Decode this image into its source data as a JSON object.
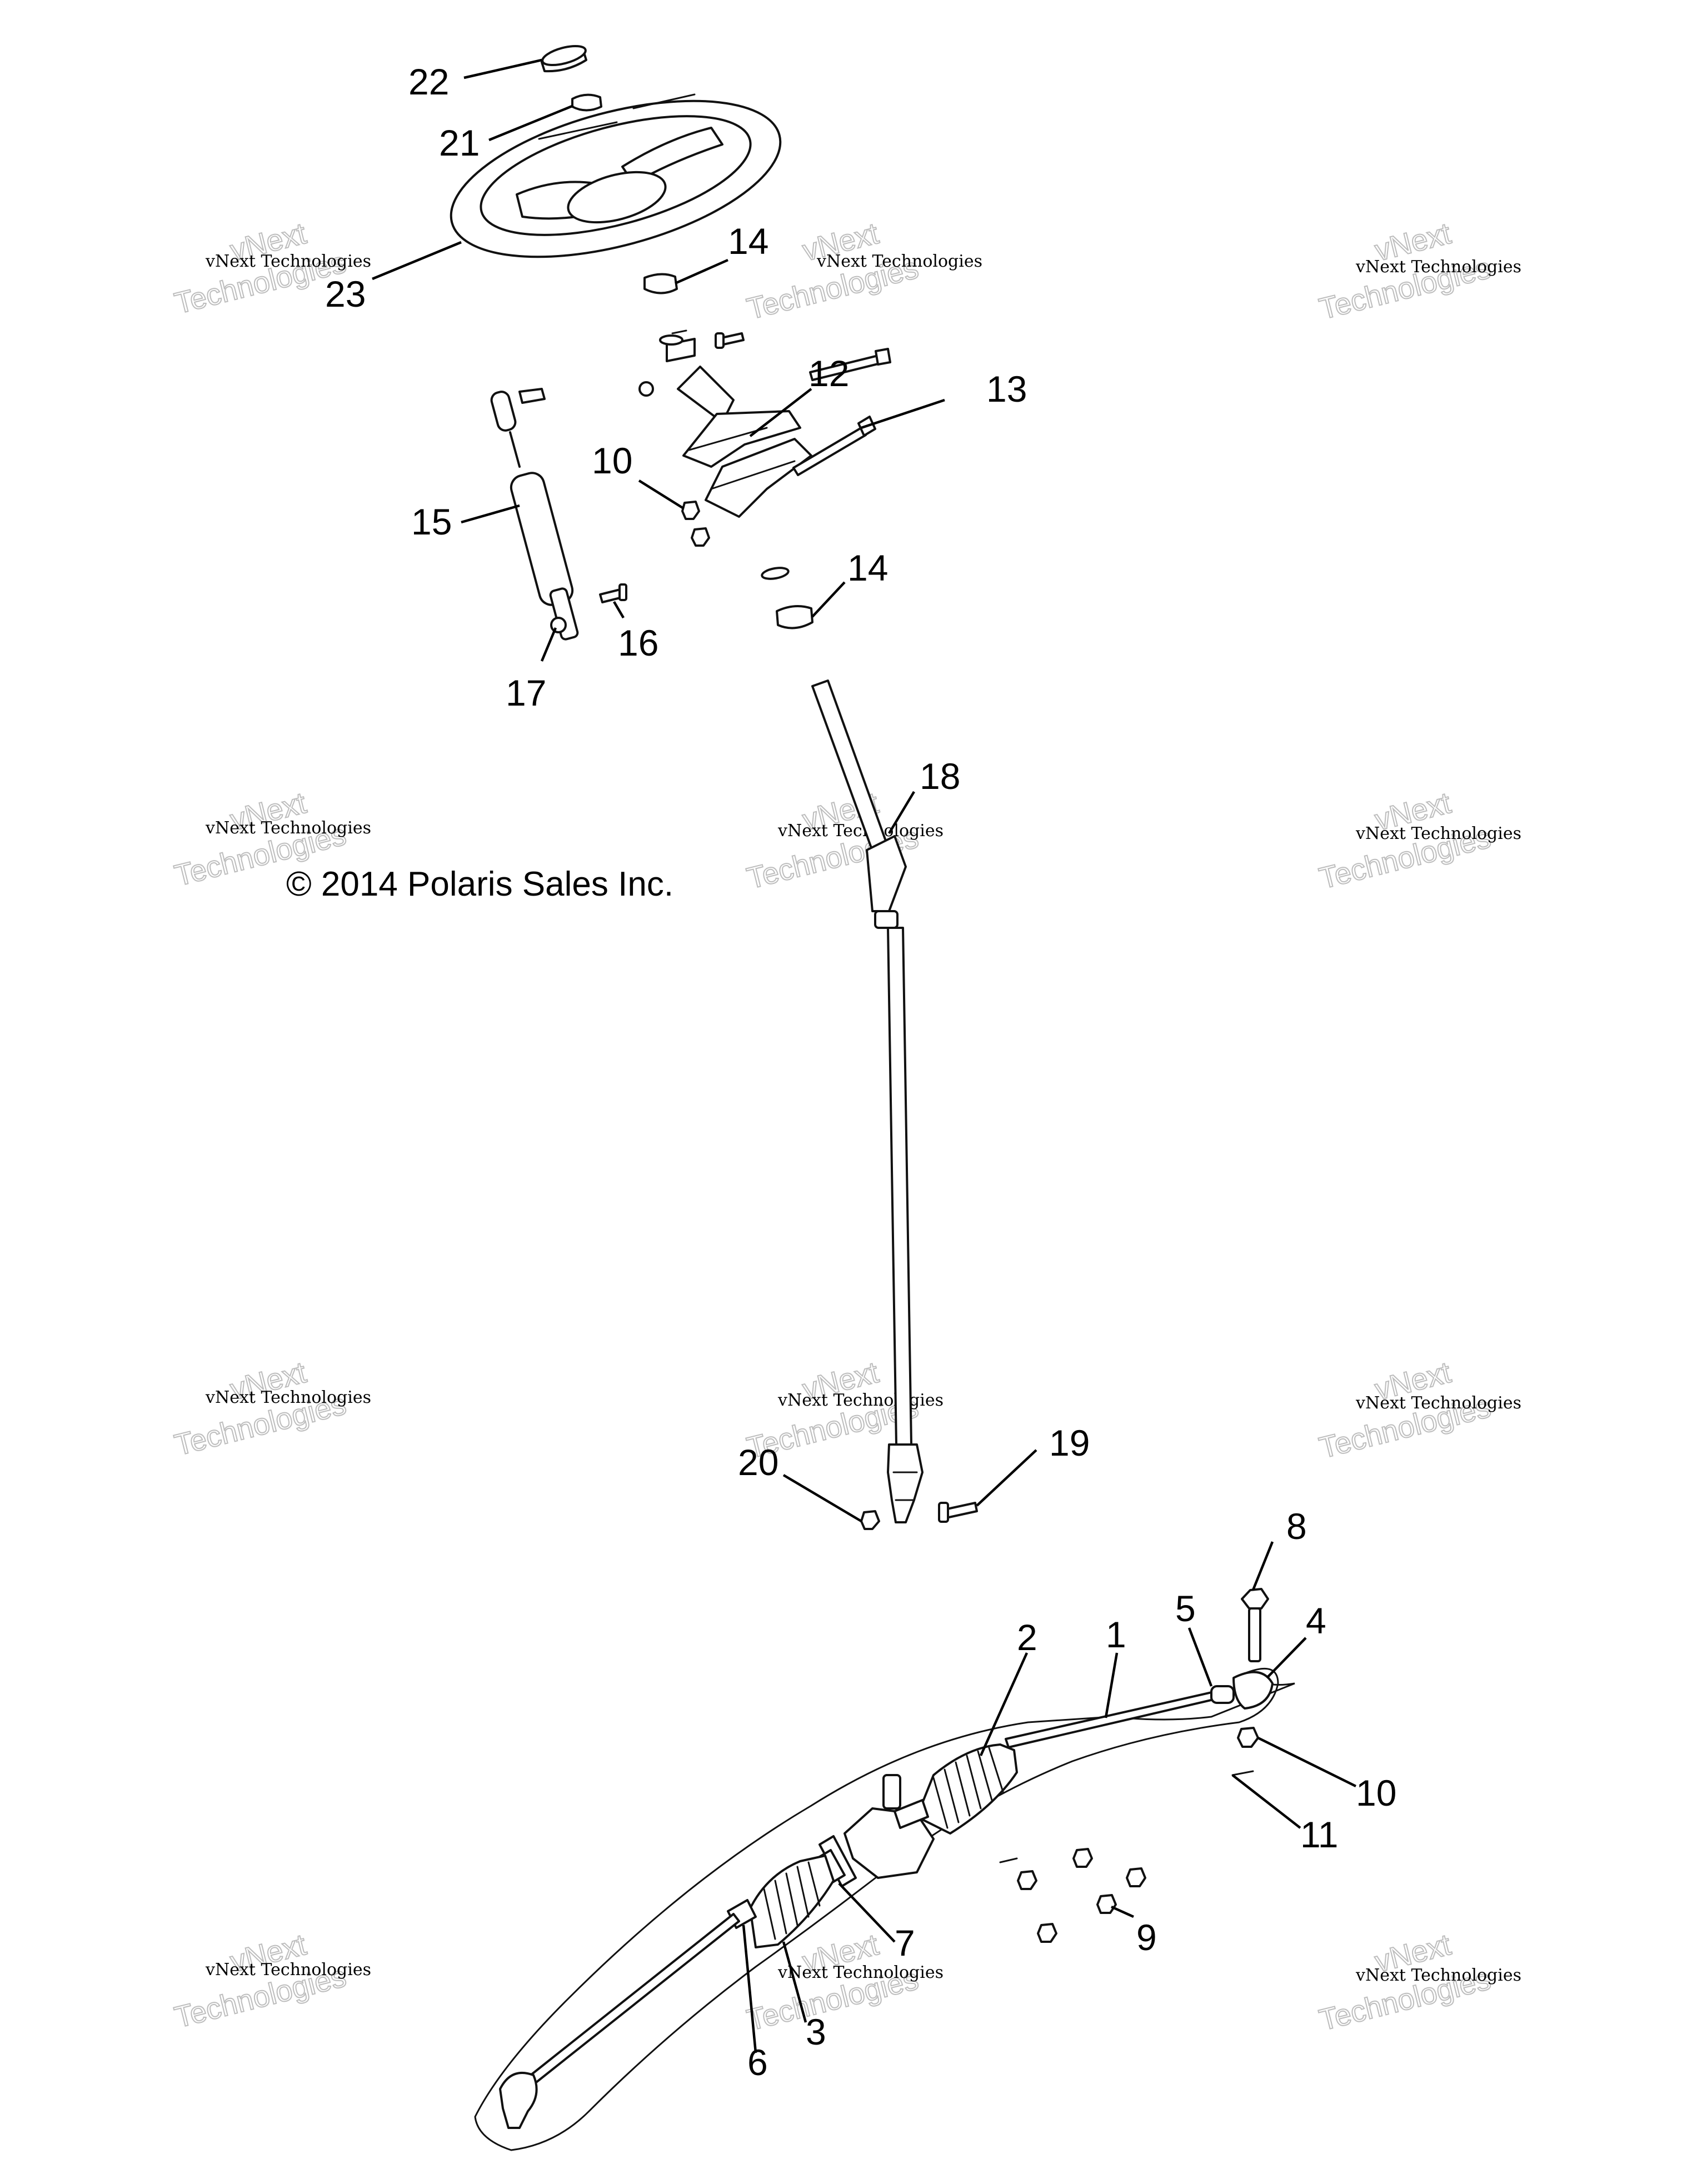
{
  "copyright": "© 2014 Polaris Sales Inc.",
  "watermark": {
    "line1": "vNext Technologies",
    "line2": "vNext",
    "line3": "Technologies"
  },
  "callouts": {
    "c1": "1",
    "c2": "2",
    "c3": "3",
    "c4": "4",
    "c5": "5",
    "c6": "6",
    "c7": "7",
    "c8": "8",
    "c9": "9",
    "c10a": "10",
    "c10b": "10",
    "c11": "11",
    "c12": "12",
    "c13": "13",
    "c14a": "14",
    "c14b": "14",
    "c15": "15",
    "c16": "16",
    "c17": "17",
    "c18": "18",
    "c19": "19",
    "c20": "20",
    "c21": "21",
    "c22": "22",
    "c23": "23"
  }
}
